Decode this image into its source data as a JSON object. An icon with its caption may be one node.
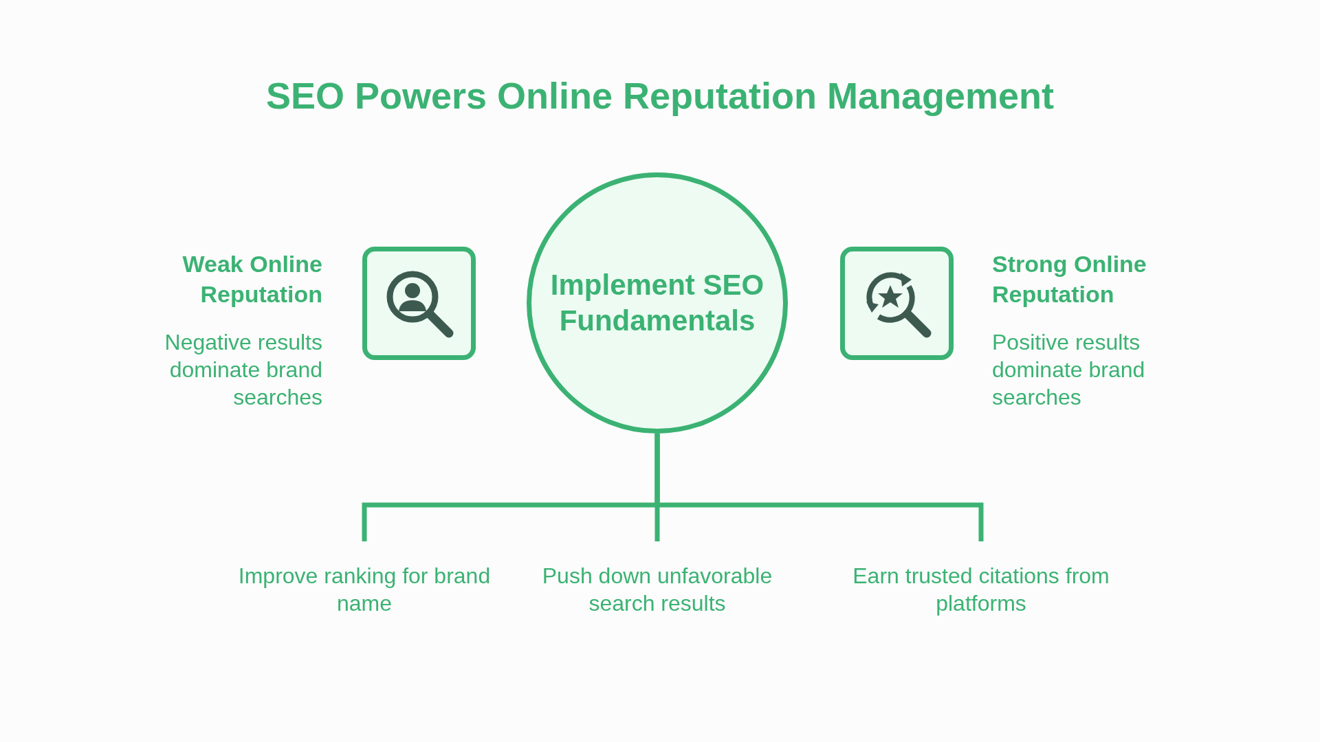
{
  "diagram": {
    "title": "SEO Powers Online Reputation Management",
    "nodes": [
      {
        "text": [
          "Implement SEO Fundamentals"
        ]
      },
      {
        "text": [
          "Weak Online Reputation",
          "Negative results dominate brand searches"
        ]
      },
      {
        "text": [
          "Strong Online Reputation",
          "Positive results dominate brand searches"
        ]
      },
      {
        "text": [
          "Improve ranking for brand name"
        ]
      },
      {
        "text": [
          "Push down unfavorable search results"
        ]
      },
      {
        "text": [
          "Earn trusted citations from platforms"
        ]
      }
    ],
    "edges": [
      {
        "from": 0,
        "to": 3,
        "arrow": "none"
      },
      {
        "from": 0,
        "to": 4,
        "arrow": "none"
      },
      {
        "from": 0,
        "to": 5,
        "arrow": "none"
      }
    ]
  }
}
